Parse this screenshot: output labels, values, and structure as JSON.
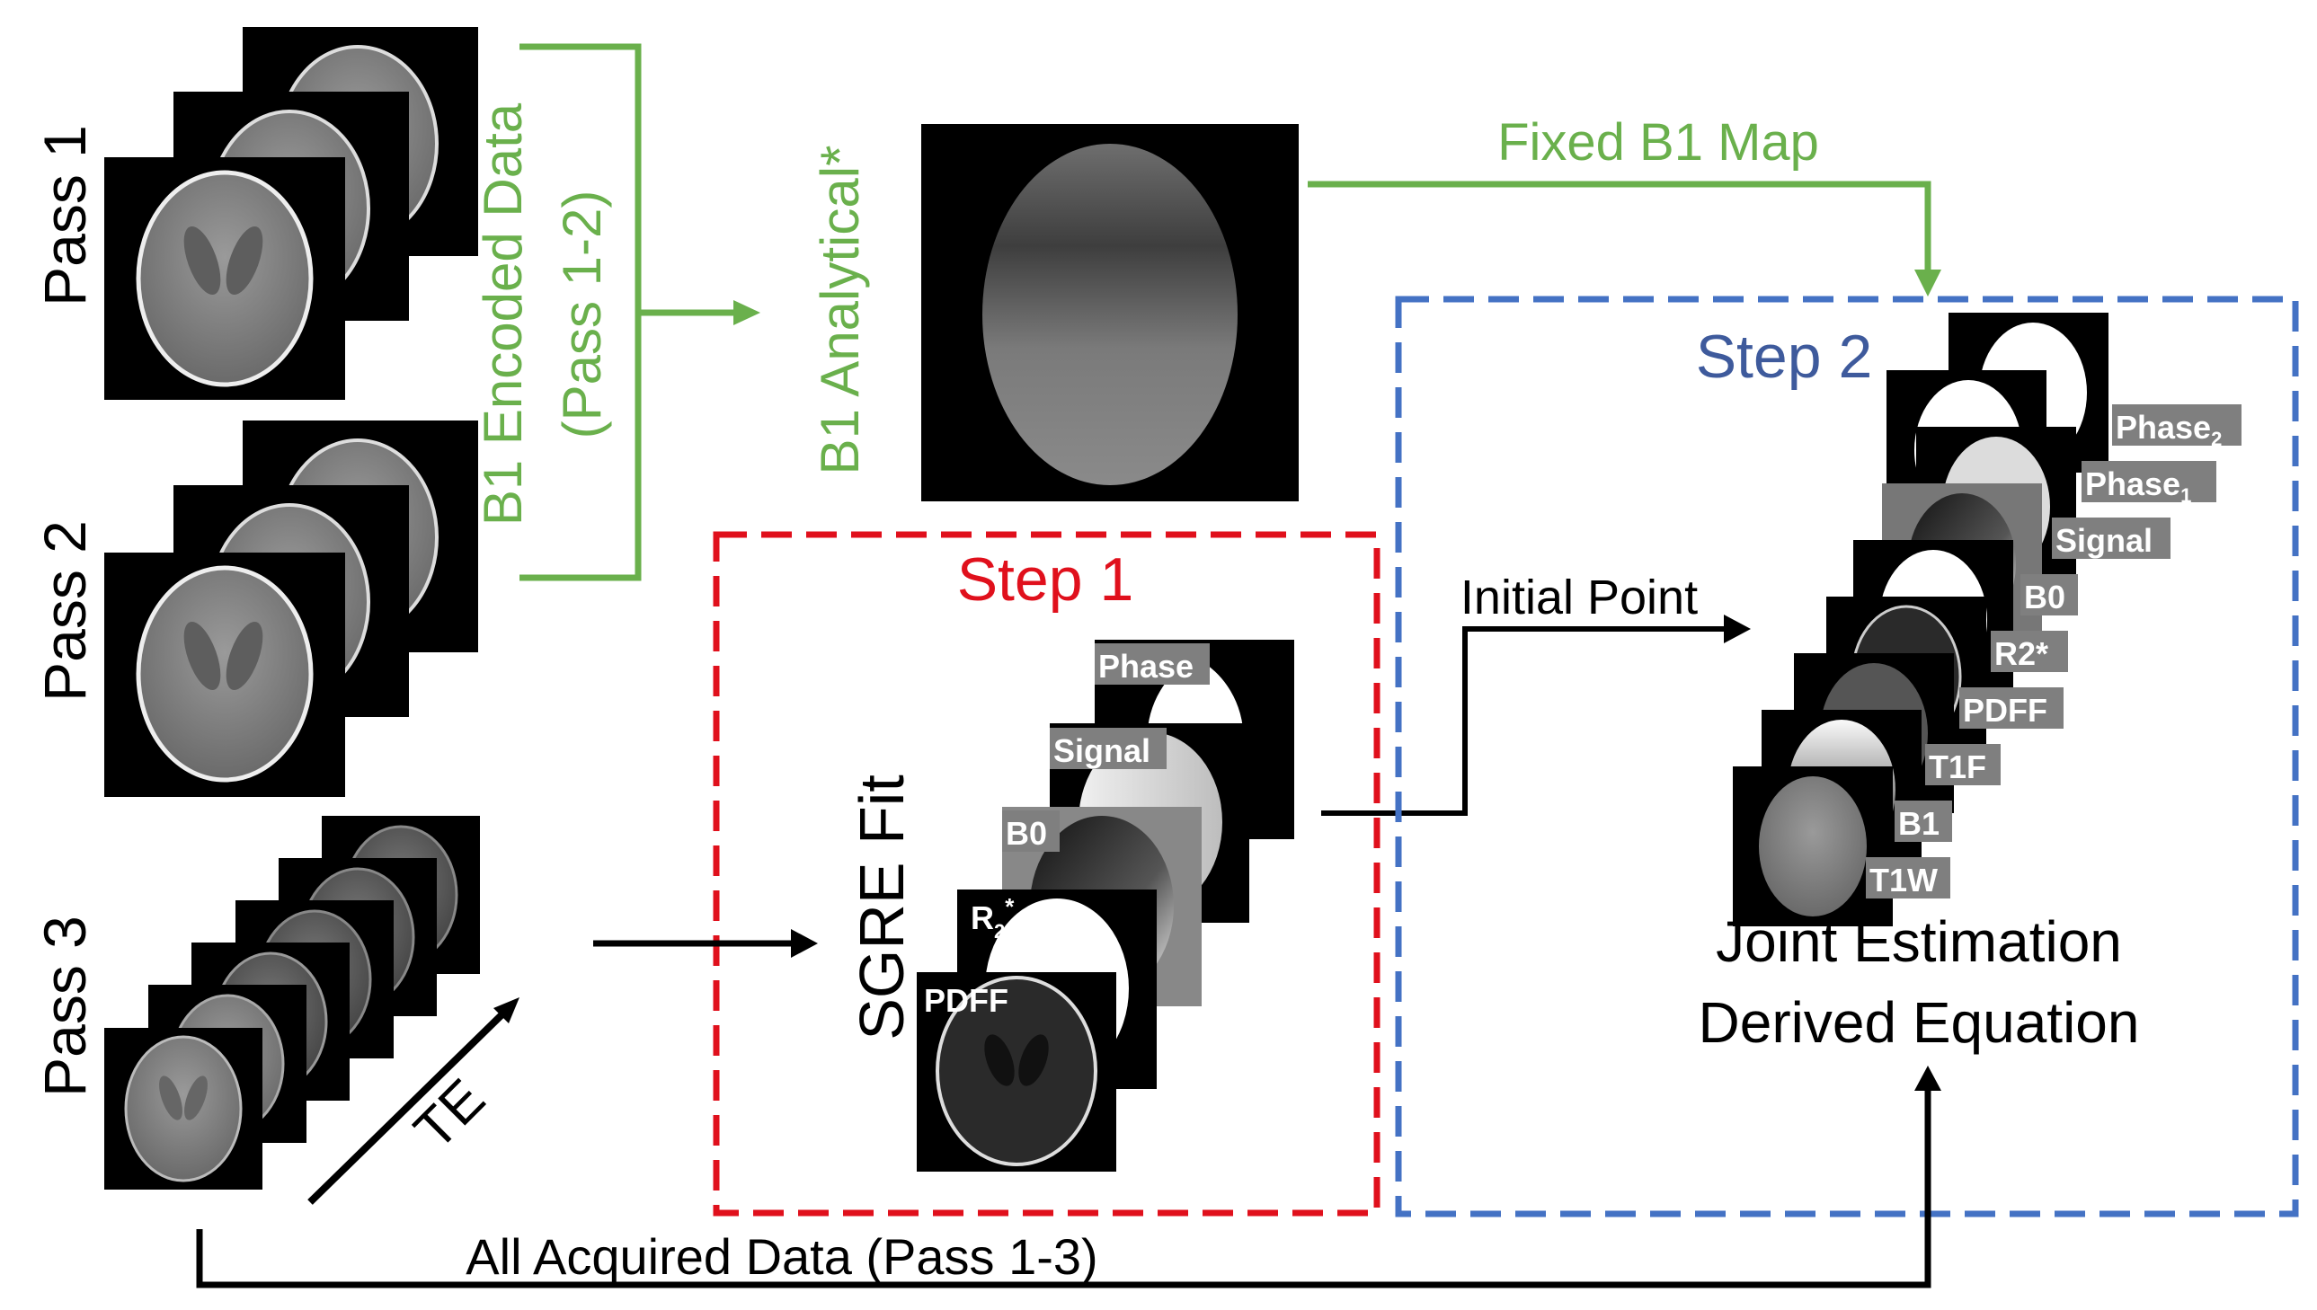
{
  "pass_labels": [
    "Pass 1",
    "Pass 2",
    "Pass 3"
  ],
  "te_label": "TE",
  "b1_encoded": {
    "line1": "B1 Encoded Data",
    "line2": "(Pass 1-2)"
  },
  "b1_analytical": "B1 Analytical*",
  "fixed_b1_map": "Fixed B1 Map",
  "step1": {
    "title": "Step 1",
    "fit_label": "SGRE Fit",
    "map_tags": [
      "Phase",
      "Signal",
      "B0",
      "R",
      "PDFF"
    ],
    "r2_sub": "2",
    "r2_sup": "*"
  },
  "initial_point": "Initial Point",
  "step2": {
    "title": "Step 2",
    "map_tags": [
      "Phase",
      "Phase",
      "Signal",
      "B0",
      "R2*",
      "PDFF",
      "T1F",
      "B1",
      "T1W"
    ],
    "phase_subscripts": [
      "2",
      "1"
    ],
    "caption_line1": "Joint Estimation",
    "caption_line2": "Derived Equation"
  },
  "all_acquired": "All Acquired Data (Pass 1-3)",
  "colors": {
    "green": "#6ab04c",
    "red": "#e0101c",
    "blue": "#4472c4",
    "step2_title": "#3e5a9c",
    "black": "#000000"
  }
}
